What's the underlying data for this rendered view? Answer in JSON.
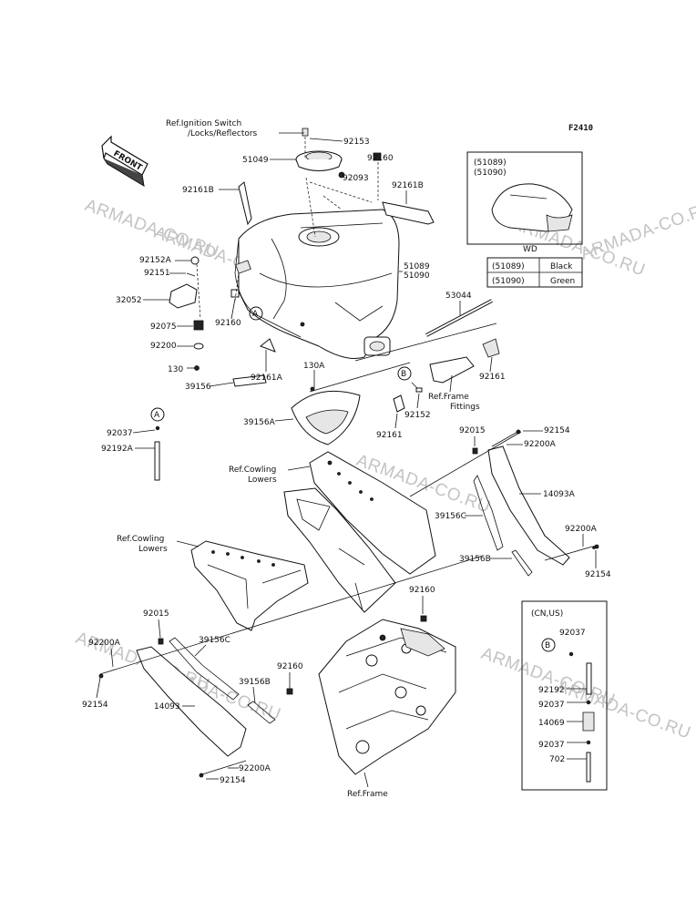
{
  "figure_code": "F2410",
  "front_label": "FRONT",
  "watermark": "ARMADA-CO.RU",
  "callouts": {
    "c1": "Ref.Ignition Switch",
    "c2": "/Locks/Reflectors",
    "c3": "92153",
    "c4": "51049",
    "c5": "92160",
    "c6": "92093",
    "c7": "92161B",
    "c8": "92161B",
    "c9": "92152A",
    "c10": "92151",
    "c11": "32052",
    "c12": "92075",
    "c13": "92200",
    "c14": "130",
    "c15": "39156",
    "c16": "92161A",
    "c17": "92160",
    "c18": "51089",
    "c19": "51090",
    "c20": "53044",
    "c21": "130A",
    "c22": "92161",
    "c23": "Ref.Frame",
    "c24": "Fittings",
    "c25": "39156A",
    "c26": "92161",
    "c27": "92152",
    "c28": "92037",
    "c29": "92192A",
    "c30": "92015",
    "c31": "92154",
    "c32": "92200A",
    "c33": "Ref.Cowling",
    "c34": "Lowers",
    "c35": "14093A",
    "c36": "39156C",
    "c37": "92200A",
    "c38": "39156B",
    "c39": "92154",
    "c40": "Ref.Cowling",
    "c41": "Lowers",
    "c42": "92160",
    "c43": "92015",
    "c44": "92200A",
    "c45": "39156C",
    "c46": "92160",
    "c47": "39156B",
    "c48": "92154",
    "c49": "14093",
    "c50": "92200A",
    "c51": "92154",
    "c52": "Ref.Frame"
  },
  "markers": {
    "a": "A",
    "b": "B"
  },
  "color_inset": {
    "codes": "(51089)",
    "codes2": "(51090)",
    "mark": "WD",
    "rows": [
      {
        "code": "(51089)",
        "color": "Black"
      },
      {
        "code": "(51090)",
        "color": "Green"
      }
    ]
  },
  "region_inset": {
    "title": "(CN,US)",
    "marker": "B",
    "p1": "92037",
    "p2": "92192",
    "p3": "92037",
    "p4": "14069",
    "p5": "92037",
    "p6": "702"
  },
  "colors": {
    "ink": "#111111",
    "watermark": "#c4c4c4",
    "paper": "#ffffff"
  }
}
